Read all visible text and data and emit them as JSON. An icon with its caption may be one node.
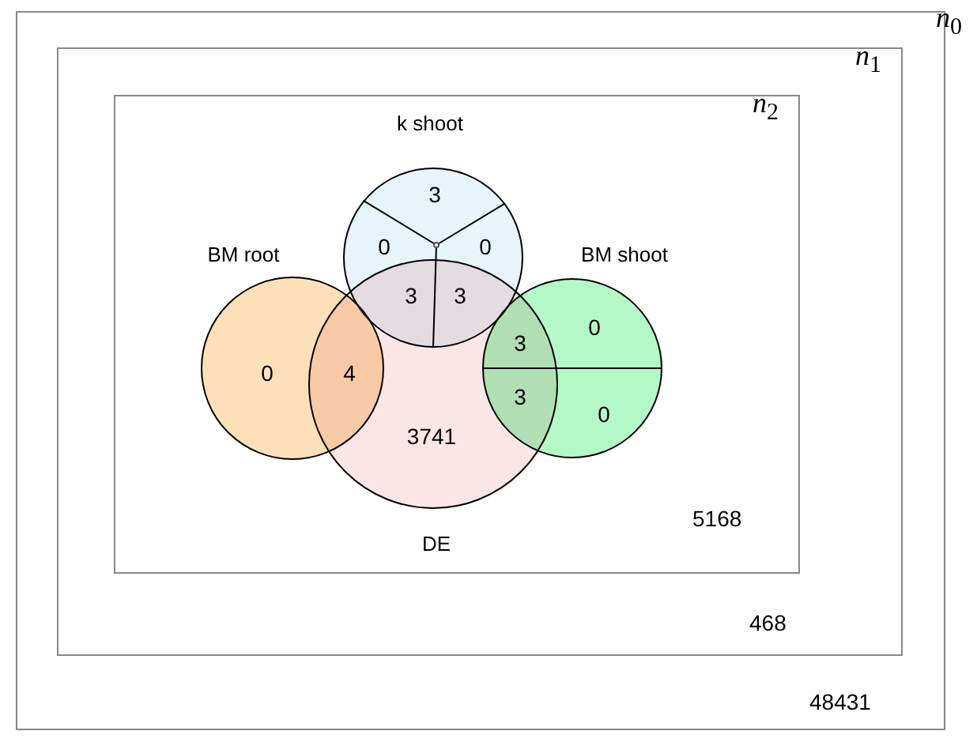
{
  "diagram": {
    "nodes": [
      {
        "text": [
          "*n*$_{0}$",
          "48431"
        ]
      },
      {
        "text": [
          "*n*$_{1}$",
          "468"
        ],
        "in": 0
      },
      {
        "text": [
          "*n*$_{2}$",
          "5168"
        ],
        "in": 1
      },
      {
        "text": [
          "k shoot"
        ],
        "in": 2
      },
      {
        "text": [
          "BM root"
        ],
        "in": 2
      },
      {
        "text": [
          "BM shoot"
        ],
        "in": 2
      },
      {
        "text": [
          "DE"
        ],
        "in": 2
      }
    ],
    "labels": [
      "3",
      "0",
      "0",
      "3",
      "3",
      "0",
      "0",
      "4",
      "3",
      "3",
      "0",
      "3741"
    ]
  }
}
